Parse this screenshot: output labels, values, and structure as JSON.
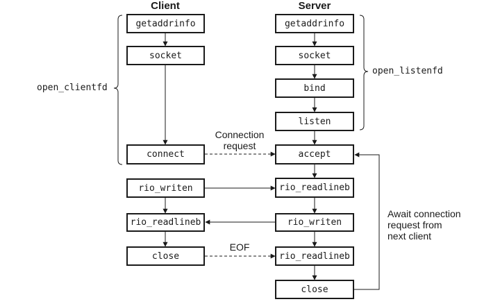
{
  "headers": {
    "client": "Client",
    "server": "Server"
  },
  "client": {
    "getaddrinfo": "getaddrinfo",
    "socket": "socket",
    "connect": "connect",
    "rio_writen": "rio_writen",
    "rio_readlineb": "rio_readlineb",
    "close": "close"
  },
  "server": {
    "getaddrinfo": "getaddrinfo",
    "socket": "socket",
    "bind": "bind",
    "listen": "listen",
    "accept": "accept",
    "rio_readlineb_1": "rio_readlineb",
    "rio_writen": "rio_writen",
    "rio_readlineb_2": "rio_readlineb",
    "close": "close"
  },
  "braces": {
    "client": "open_clientfd",
    "server": "open_listenfd"
  },
  "labels": {
    "connection_request_1": "Connection",
    "connection_request_2": "request",
    "eof": "EOF",
    "await_1": "Await connection",
    "await_2": "request from",
    "await_3": "next client"
  }
}
